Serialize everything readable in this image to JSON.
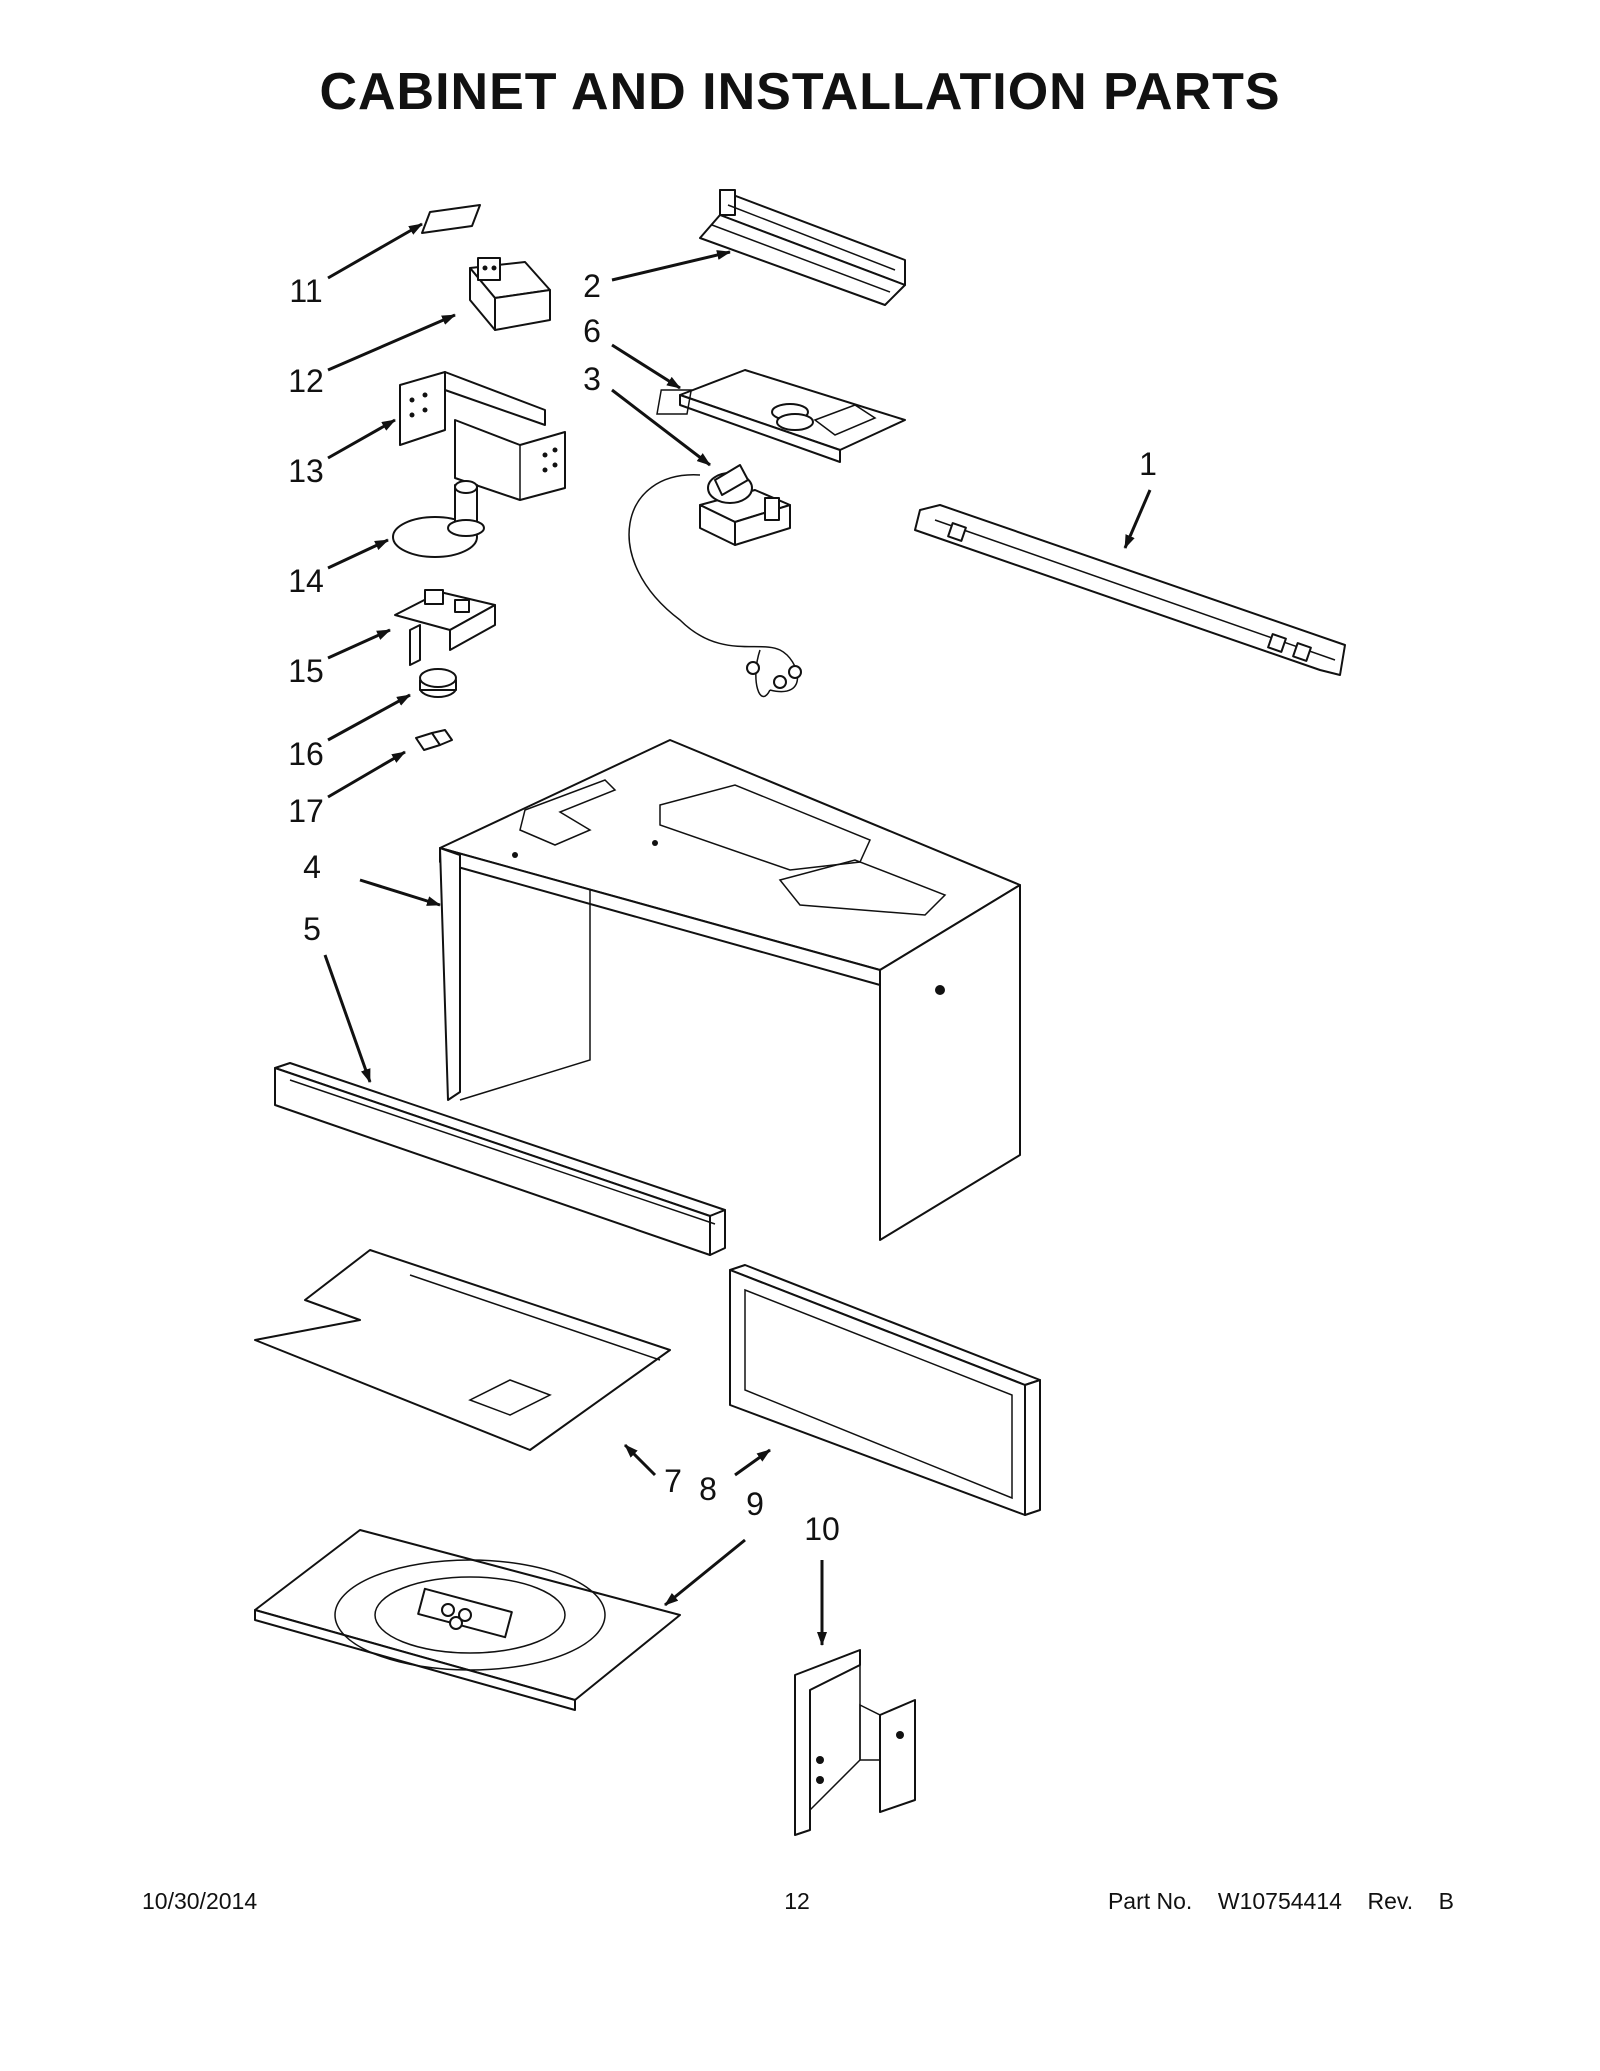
{
  "page": {
    "title": "CABINET AND INSTALLATION PARTS",
    "footer": {
      "date": "10/30/2014",
      "page_number": "12",
      "part_label": "Part No.",
      "part_number": "W10754414",
      "rev_label": "Rev.",
      "rev": "B"
    }
  },
  "callouts": [
    {
      "id": "1",
      "label": "1"
    },
    {
      "id": "2",
      "label": "2"
    },
    {
      "id": "3",
      "label": "3"
    },
    {
      "id": "4",
      "label": "4"
    },
    {
      "id": "5",
      "label": "5"
    },
    {
      "id": "6",
      "label": "6"
    },
    {
      "id": "7",
      "label": "7"
    },
    {
      "id": "8",
      "label": "8"
    },
    {
      "id": "9",
      "label": "9"
    },
    {
      "id": "10",
      "label": "10"
    },
    {
      "id": "11",
      "label": "11"
    },
    {
      "id": "12",
      "label": "12"
    },
    {
      "id": "13",
      "label": "13"
    },
    {
      "id": "14",
      "label": "14"
    },
    {
      "id": "15",
      "label": "15"
    },
    {
      "id": "16",
      "label": "16"
    },
    {
      "id": "17",
      "label": "17"
    }
  ]
}
